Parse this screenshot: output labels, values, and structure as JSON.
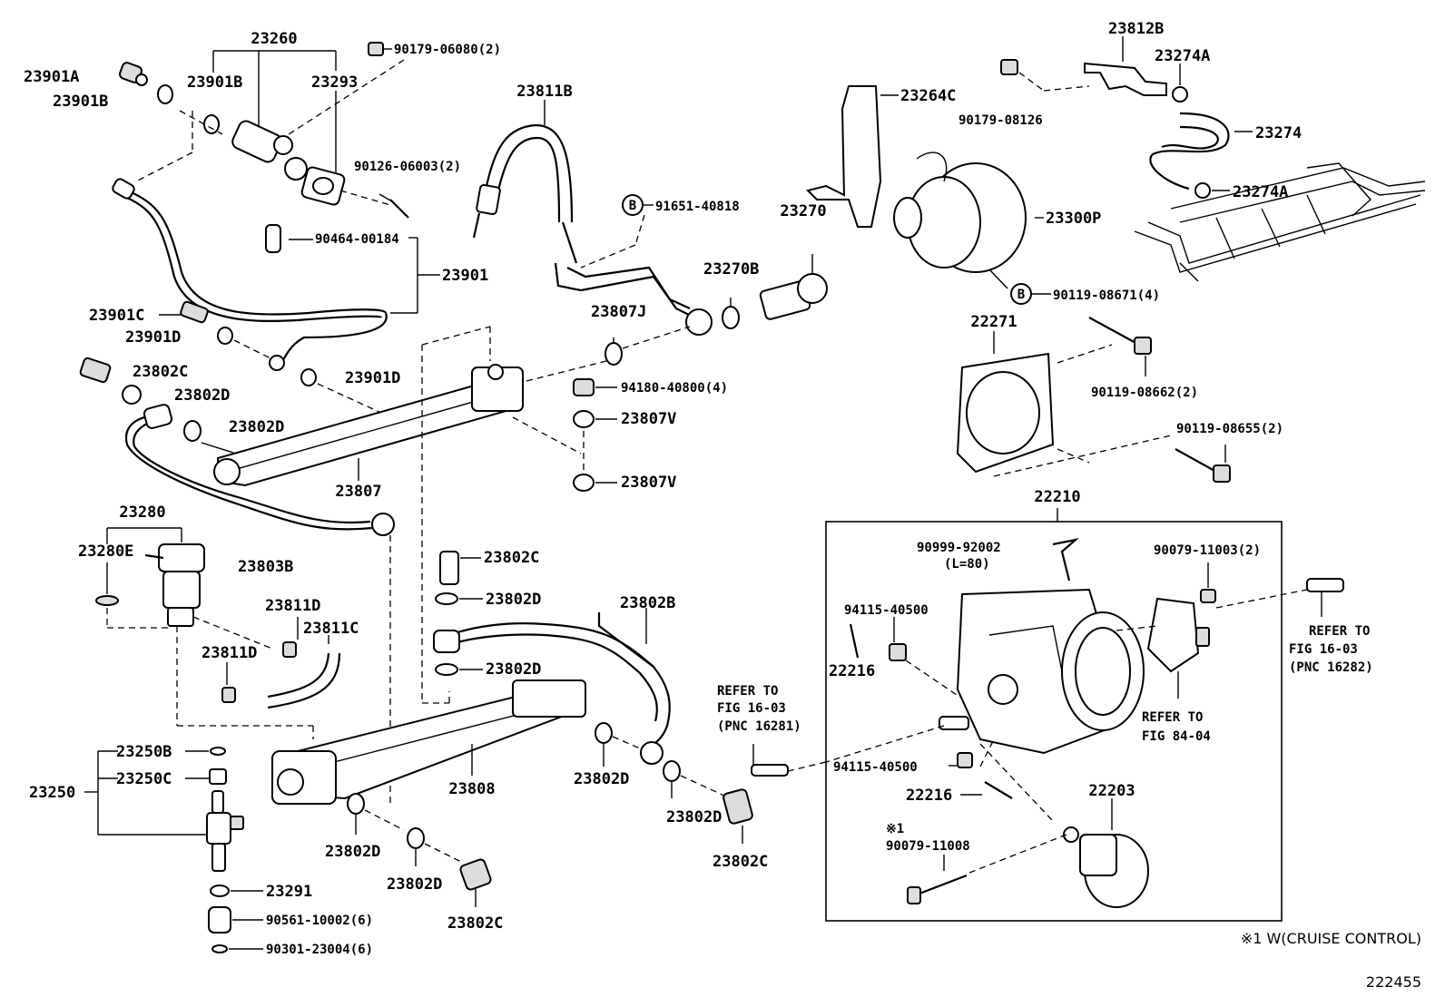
{
  "labels": {
    "p23260": "23260",
    "p23901A": "23901A",
    "p23901B_l": "23901B",
    "p23901B": "23901B",
    "p23293": "23293",
    "p90179_06080": "90179-06080(2)",
    "p90126_06003": "90126-06003(2)",
    "p90464_00184": "90464-00184",
    "p23901": "23901",
    "p23901C": "23901C",
    "p23901D_1": "23901D",
    "p23901D_2": "23901D",
    "p23802C_1": "23802C",
    "p23802D_1": "23802D",
    "p23802D_2": "23802D",
    "p23807": "23807",
    "p23280": "23280",
    "p23280E": "23280E",
    "p23803B": "23803B",
    "p23811D_1": "23811D",
    "p23811C": "23811C",
    "p23811D_2": "23811D",
    "p23811B": "23811B",
    "p91651_40818": "91651-40818",
    "p23807J": "23807J",
    "p23270B": "23270B",
    "p23270": "23270",
    "p94180_40800": "94180-40800(4)",
    "p23807V_1": "23807V",
    "p23807V_2": "23807V",
    "p23802C_2": "23802C",
    "p23802D_3": "23802D",
    "p23802B": "23802B",
    "p23802D_4": "23802D",
    "p23250B": "23250B",
    "p23250C": "23250C",
    "p23250": "23250",
    "p23291": "23291",
    "p90561_10002": "90561-10002(6)",
    "p90301_23004": "90301-23004(6)",
    "p23808": "23808",
    "p23802D_5": "23802D",
    "p23802D_6": "23802D",
    "p23802D_7": "23802D",
    "p23802C_3": "23802C",
    "p23802D_8": "23802D",
    "p23802C_4": "23802C",
    "p23264C": "23264C",
    "p90179_08126": "90179-08126",
    "p23812B": "23812B",
    "p23274A_1": "23274A",
    "p23274": "23274",
    "p23274A_2": "23274A",
    "p23300P": "23300P",
    "p90119_08671": "90119-08671(4)",
    "p22271": "22271",
    "p90119_08662": "90119-08662(2)",
    "p90119_08655": "90119-08655(2)",
    "p22210": "22210",
    "p90999_92002": "90999-92002",
    "p90999_len": "(L=80)",
    "p90079_11003": "90079-11003(2)",
    "p94115_40500_1": "94115-40500",
    "p22216_1": "22216",
    "p94115_40500_2": "94115-40500",
    "p22216_2": "22216",
    "p22203": "22203",
    "p_note_mark": "※1",
    "p90079_11008": "90079-11008"
  },
  "refs": {
    "r1_l1": "REFER TO",
    "r1_l2": "FIG 16-03",
    "r1_l3": "(PNC 16281)",
    "r2_l1": "REFER TO",
    "r2_l2": "FIG 16-03",
    "r2_l3": "(PNC 16282)",
    "r3_l1": "REFER TO",
    "r3_l2": "FIG 84-04"
  },
  "markers": {
    "b1": "B",
    "b2": "B"
  },
  "footer": {
    "note": "※1 W(CRUISE CONTROL)",
    "code": "222455"
  }
}
